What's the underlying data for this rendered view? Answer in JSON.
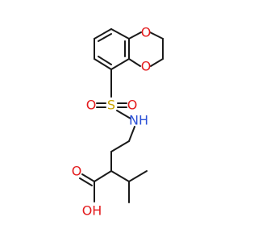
{
  "atoms": {
    "o_ring_top": {
      "label": "O",
      "color": "#e31a1c"
    },
    "o_ring_bottom": {
      "label": "O",
      "color": "#e31a1c"
    },
    "sulfur": {
      "label": "S",
      "color": "#c9a400"
    },
    "o_sulfonyl_left": {
      "label": "O",
      "color": "#e31a1c"
    },
    "o_sulfonyl_right": {
      "label": "O",
      "color": "#e31a1c"
    },
    "nitrogen_h": {
      "label": "NH",
      "color": "#2b50d6"
    },
    "o_carbonyl": {
      "label": "O",
      "color": "#e31a1c"
    },
    "o_hydroxyl": {
      "label": "OH",
      "color": "#e31a1c"
    }
  },
  "bond_color": "#1a1a1a"
}
